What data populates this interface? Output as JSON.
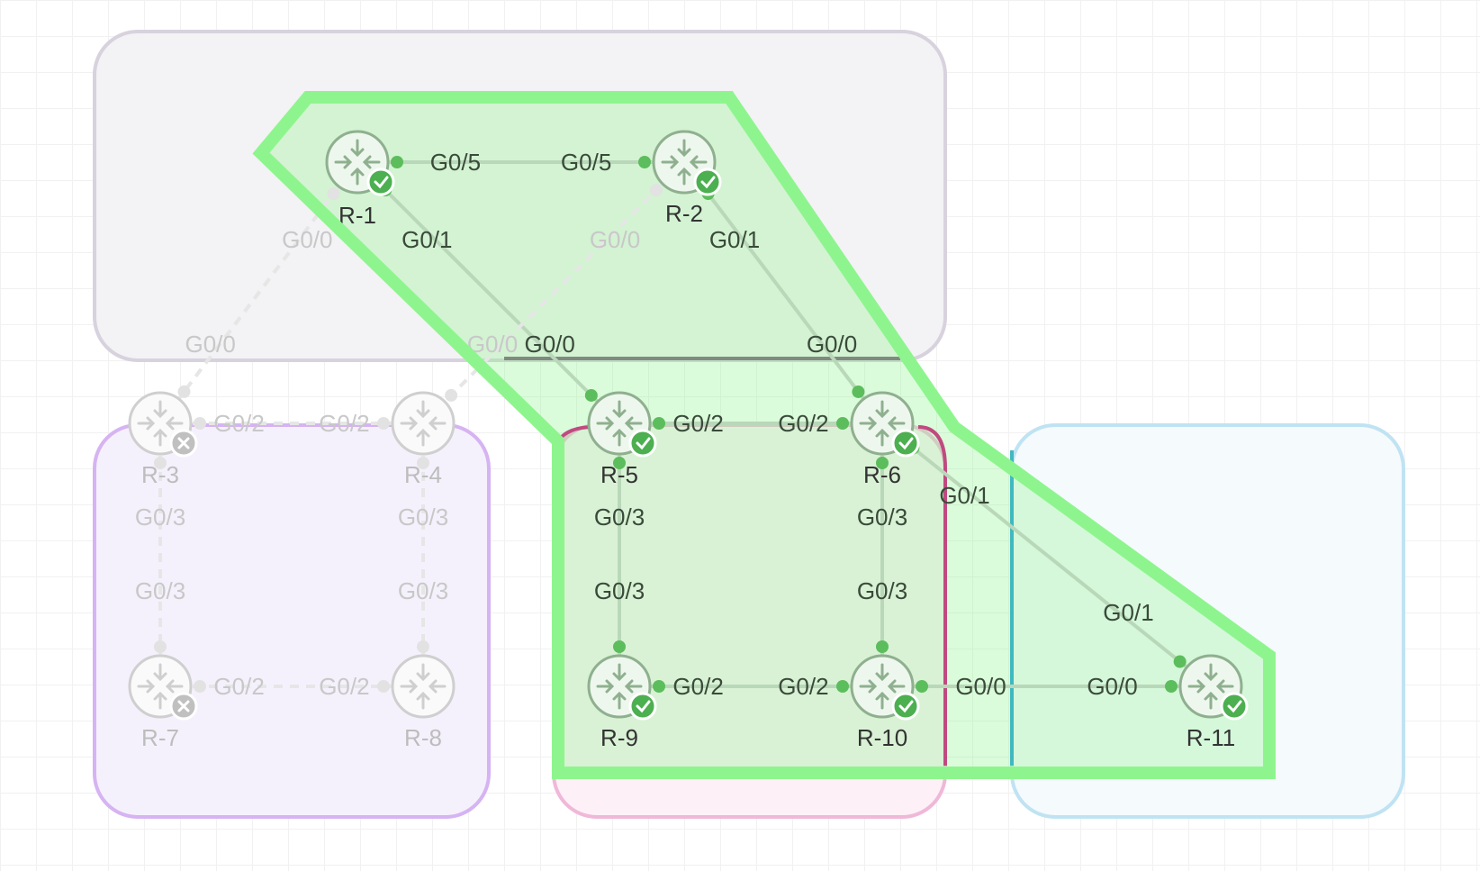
{
  "colors": {
    "active_link": "#b9d8b9",
    "inactive_link": "#e6e6e6",
    "port_dot": "#5cbd5c",
    "ok_badge": "#4caf50",
    "fail_badge": "#c0c0c0",
    "highlight_stroke": "#8ef58e",
    "highlight_fill": "#8ef58e"
  },
  "groups": [
    {
      "id": "group-top",
      "stroke": "#d8d2de",
      "fill": "#f3f2f4"
    },
    {
      "id": "group-purple",
      "stroke": "#d6b3f2",
      "fill": "#f5f1fc"
    },
    {
      "id": "group-pink",
      "stroke": "#f0b8d8",
      "fill": "#fdf1f7"
    },
    {
      "id": "group-blue",
      "stroke": "#bfe3f3",
      "fill": "#f5fafd"
    }
  ],
  "routers": [
    {
      "id": "R-1",
      "label": "R-1",
      "status": "ok"
    },
    {
      "id": "R-2",
      "label": "R-2",
      "status": "ok"
    },
    {
      "id": "R-3",
      "label": "R-3",
      "status": "failed"
    },
    {
      "id": "R-4",
      "label": "R-4",
      "status": "inactive"
    },
    {
      "id": "R-5",
      "label": "R-5",
      "status": "ok"
    },
    {
      "id": "R-6",
      "label": "R-6",
      "status": "ok"
    },
    {
      "id": "R-7",
      "label": "R-7",
      "status": "failed"
    },
    {
      "id": "R-8",
      "label": "R-8",
      "status": "inactive"
    },
    {
      "id": "R-9",
      "label": "R-9",
      "status": "ok"
    },
    {
      "id": "R-10",
      "label": "R-10",
      "status": "ok"
    },
    {
      "id": "R-11",
      "label": "R-11",
      "status": "ok"
    }
  ],
  "links": [
    {
      "from": "R-1",
      "from_port": "G0/5",
      "to": "R-2",
      "to_port": "G0/5",
      "state": "active"
    },
    {
      "from": "R-1",
      "from_port": "G0/1",
      "to": "R-5",
      "to_port": "G0/0",
      "state": "active"
    },
    {
      "from": "R-2",
      "from_port": "G0/1",
      "to": "R-6",
      "to_port": "G0/0",
      "state": "active"
    },
    {
      "from": "R-2",
      "from_port": "G0/0",
      "to": "R-4",
      "to_port": "G0/0",
      "state": "inactive"
    },
    {
      "from": "R-1",
      "from_port": "G0/0",
      "to": "R-3",
      "to_port": "G0/0",
      "state": "inactive"
    },
    {
      "from": "R-3",
      "from_port": "G0/2",
      "to": "R-4",
      "to_port": "G0/2",
      "state": "inactive"
    },
    {
      "from": "R-5",
      "from_port": "G0/2",
      "to": "R-6",
      "to_port": "G0/2",
      "state": "active"
    },
    {
      "from": "R-3",
      "from_port": "G0/3",
      "to": "R-7",
      "to_port": "G0/3",
      "state": "inactive"
    },
    {
      "from": "R-4",
      "from_port": "G0/3",
      "to": "R-8",
      "to_port": "G0/3",
      "state": "inactive"
    },
    {
      "from": "R-5",
      "from_port": "G0/3",
      "to": "R-9",
      "to_port": "G0/3",
      "state": "active"
    },
    {
      "from": "R-6",
      "from_port": "G0/3",
      "to": "R-10",
      "to_port": "G0/3",
      "state": "active"
    },
    {
      "from": "R-6",
      "from_port": "G0/1",
      "to": "R-11",
      "to_port": "G0/1",
      "state": "active"
    },
    {
      "from": "R-7",
      "from_port": "G0/2",
      "to": "R-8",
      "to_port": "G0/2",
      "state": "inactive"
    },
    {
      "from": "R-9",
      "from_port": "G0/2",
      "to": "R-10",
      "to_port": "G0/2",
      "state": "active"
    },
    {
      "from": "R-10",
      "from_port": "G0/0",
      "to": "R-11",
      "to_port": "G0/0",
      "state": "active"
    }
  ]
}
